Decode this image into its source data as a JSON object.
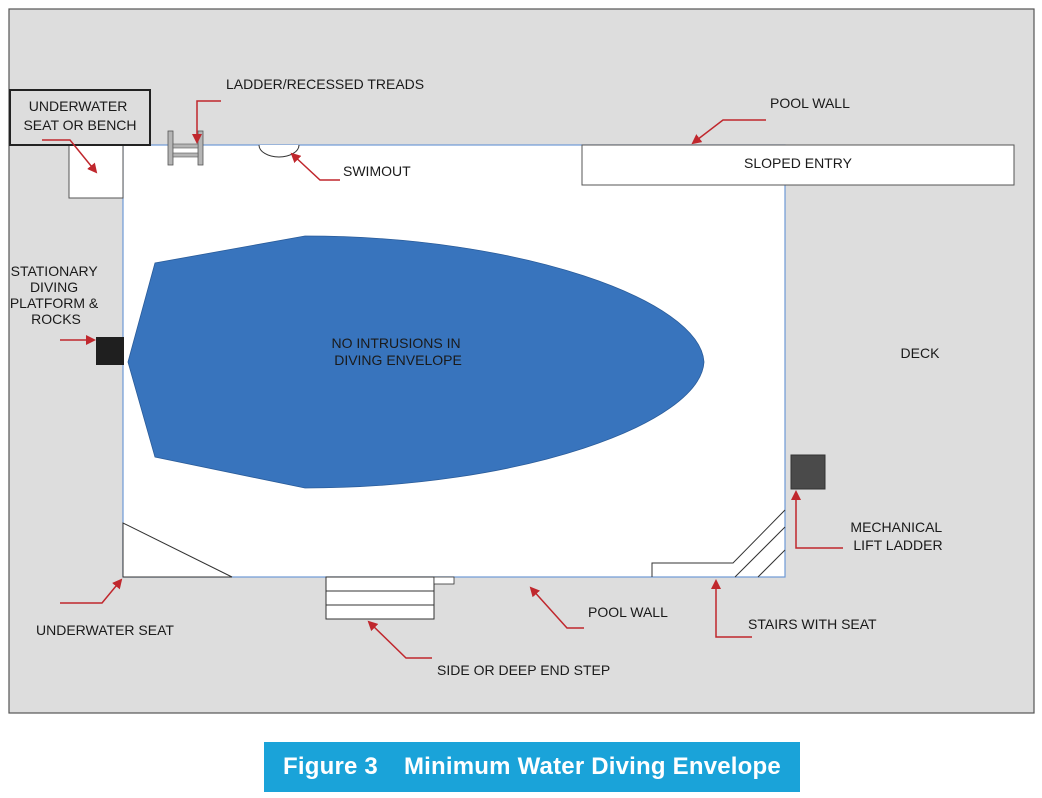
{
  "labels": {
    "underwater_seat_or_bench": [
      "UNDERWATER",
      "SEAT OR BENCH"
    ],
    "ladder": "LADDER/RECESSED TREADS",
    "swimout": "SWIMOUT",
    "pool_wall_top": "POOL WALL",
    "sloped_entry": "SLOPED ENTRY",
    "stationary_platform": [
      "STATIONARY",
      "DIVING",
      "PLATFORM &",
      "ROCKS"
    ],
    "envelope": [
      "NO INTRUSIONS IN",
      "DIVING ENVELOPE"
    ],
    "deck": "DECK",
    "mechanical_lift": [
      "MECHANICAL",
      "LIFT LADDER"
    ],
    "underwater_seat": "UNDERWATER SEAT",
    "pool_wall_bottom": "POOL WALL",
    "stairs_with_seat": "STAIRS WITH SEAT",
    "side_step": "SIDE OR DEEP END STEP"
  },
  "caption": {
    "number": "Figure 3",
    "title": "Minimum Water Diving Envelope"
  },
  "colors": {
    "deck": "#dddddd",
    "envelope": "#3874bd",
    "arrow": "#c0272d",
    "caption_bg": "#1aa3d9"
  }
}
